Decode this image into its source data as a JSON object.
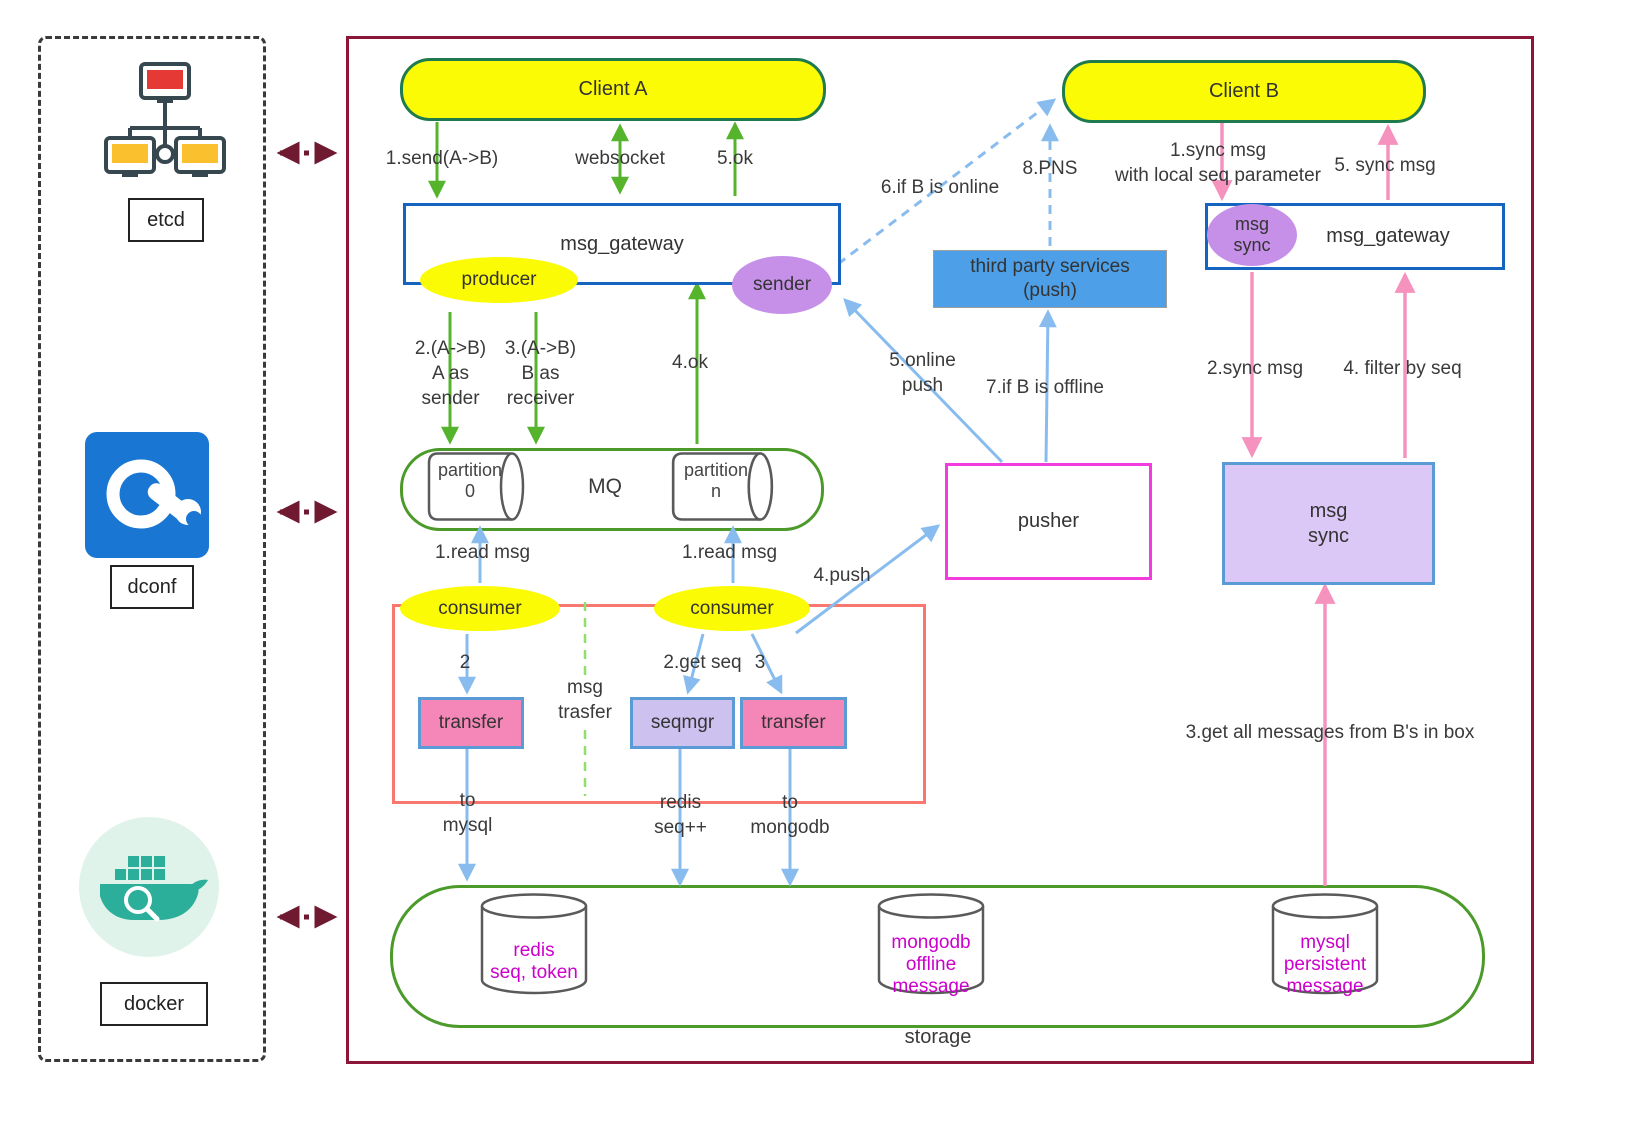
{
  "palette": {
    "yellow_fill": "#FBFB05",
    "green_arrow": "#55B42C",
    "green_container_border": "#4C9A2A",
    "client_border": "#1F7A4D",
    "blue_border": "#1565C0",
    "light_blue_arrow": "#88BCEE",
    "third_party_fill": "#4D9FE8",
    "purple_fill": "#C690E8",
    "lavender_fill": "#DCC8F6",
    "pink_fill": "#F587B8",
    "pink_arrow": "#F593BE",
    "pusher_border": "#F23CDE",
    "salmon_border": "#F8776F",
    "main_border": "#8C1538",
    "cylinder_text": "#CC00CC"
  },
  "sidebar": {
    "etcd_label": "etcd",
    "dconf_label": "dconf",
    "docker_label": "docker"
  },
  "clients": {
    "a": "Client A",
    "b": "Client B"
  },
  "gateway_a": {
    "title": "msg_gateway",
    "producer": "producer",
    "sender": "sender",
    "send_label": "1.send(A->B)",
    "websocket_label": "websocket",
    "ok5_label": "5.ok",
    "a_as_sender": "2.(A->B)\nA as\nsender",
    "b_as_receiver": "3.(A->B)\nB as\nreceiver",
    "ok4_label": "4.ok"
  },
  "mq": {
    "label": "MQ",
    "partition_0": "partition\n0",
    "partition_n": "partition\nn",
    "read_msg_left": "1.read msg",
    "read_msg_right": "1.read msg"
  },
  "consumer_stage": {
    "consumer_left": "consumer",
    "consumer_right": "consumer",
    "step_2": "2",
    "get_seq": "2.get seq",
    "step_3": "3",
    "msg_trasfer": "msg\ntrasfer",
    "transfer_left": "transfer",
    "seqmgr": "seqmgr",
    "transfer_right": "transfer",
    "to_mysql": "to\nmysql",
    "redis_seq": "redis\nseq++",
    "to_mongodb": "to\nmongodb"
  },
  "push_flow": {
    "pusher": "pusher",
    "push_4": "4.push",
    "online_push": "5.online\npush",
    "if_offline": "7.if B is offline",
    "third_party": "third party services\n(push)",
    "pns": "8.PNS",
    "if_online": "6.if B is online"
  },
  "sync_flow": {
    "gateway_title": "msg_gateway",
    "msg_sync_ellipse": "msg\nsync",
    "sync_1": "1.sync msg\nwith local seq parameter",
    "sync_5": "5. sync msg",
    "sync_2": "2.sync msg",
    "filter_4": "4. filter by seq",
    "msg_sync_box": "msg\nsync",
    "get_all": "3.get all messages from B's in box"
  },
  "storage": {
    "label": "storage",
    "redis": "redis\nseq, token",
    "mongodb": "mongodb\noffline\nmessage",
    "mysql": "mysql\npersistent\nmessage"
  }
}
